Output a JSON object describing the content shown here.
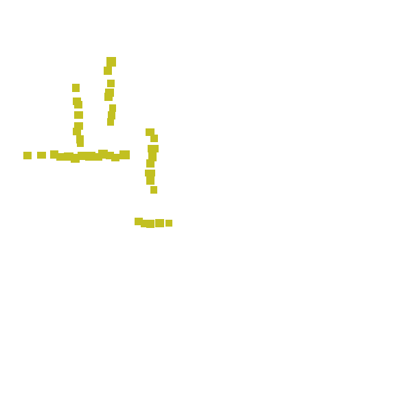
{
  "canvas": {
    "background": "#ffffff",
    "mark_color": "#c2c021"
  },
  "mark_groups": [
    {
      "name": "horizontal-stroke-left"
    },
    {
      "name": "vertical-stroke-left"
    },
    {
      "name": "vertical-stroke-middle"
    },
    {
      "name": "vertical-stroke-right"
    },
    {
      "name": "horizontal-stroke-lower"
    }
  ]
}
